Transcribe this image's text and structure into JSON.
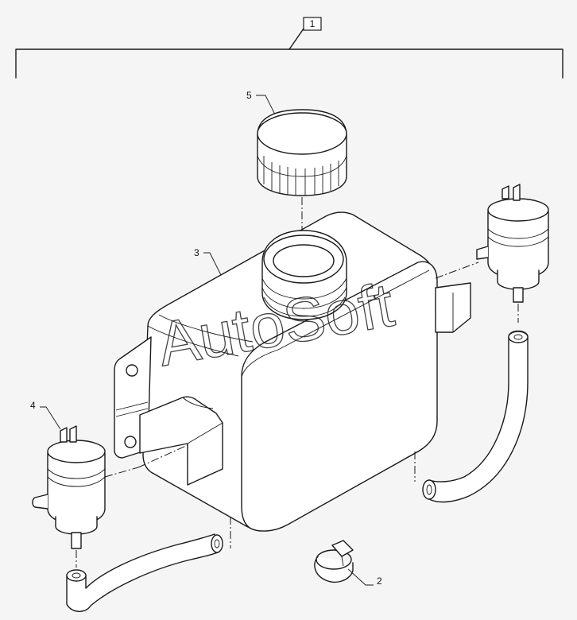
{
  "callouts": {
    "assembly": "1",
    "clamp": "2",
    "reservoir": "3",
    "pump_left": "4",
    "cap": "5"
  },
  "watermark": "AutoSoft",
  "colors": {
    "line": "#1a1a1a",
    "background": "#f5f5f5",
    "part_fill": "#ffffff"
  }
}
